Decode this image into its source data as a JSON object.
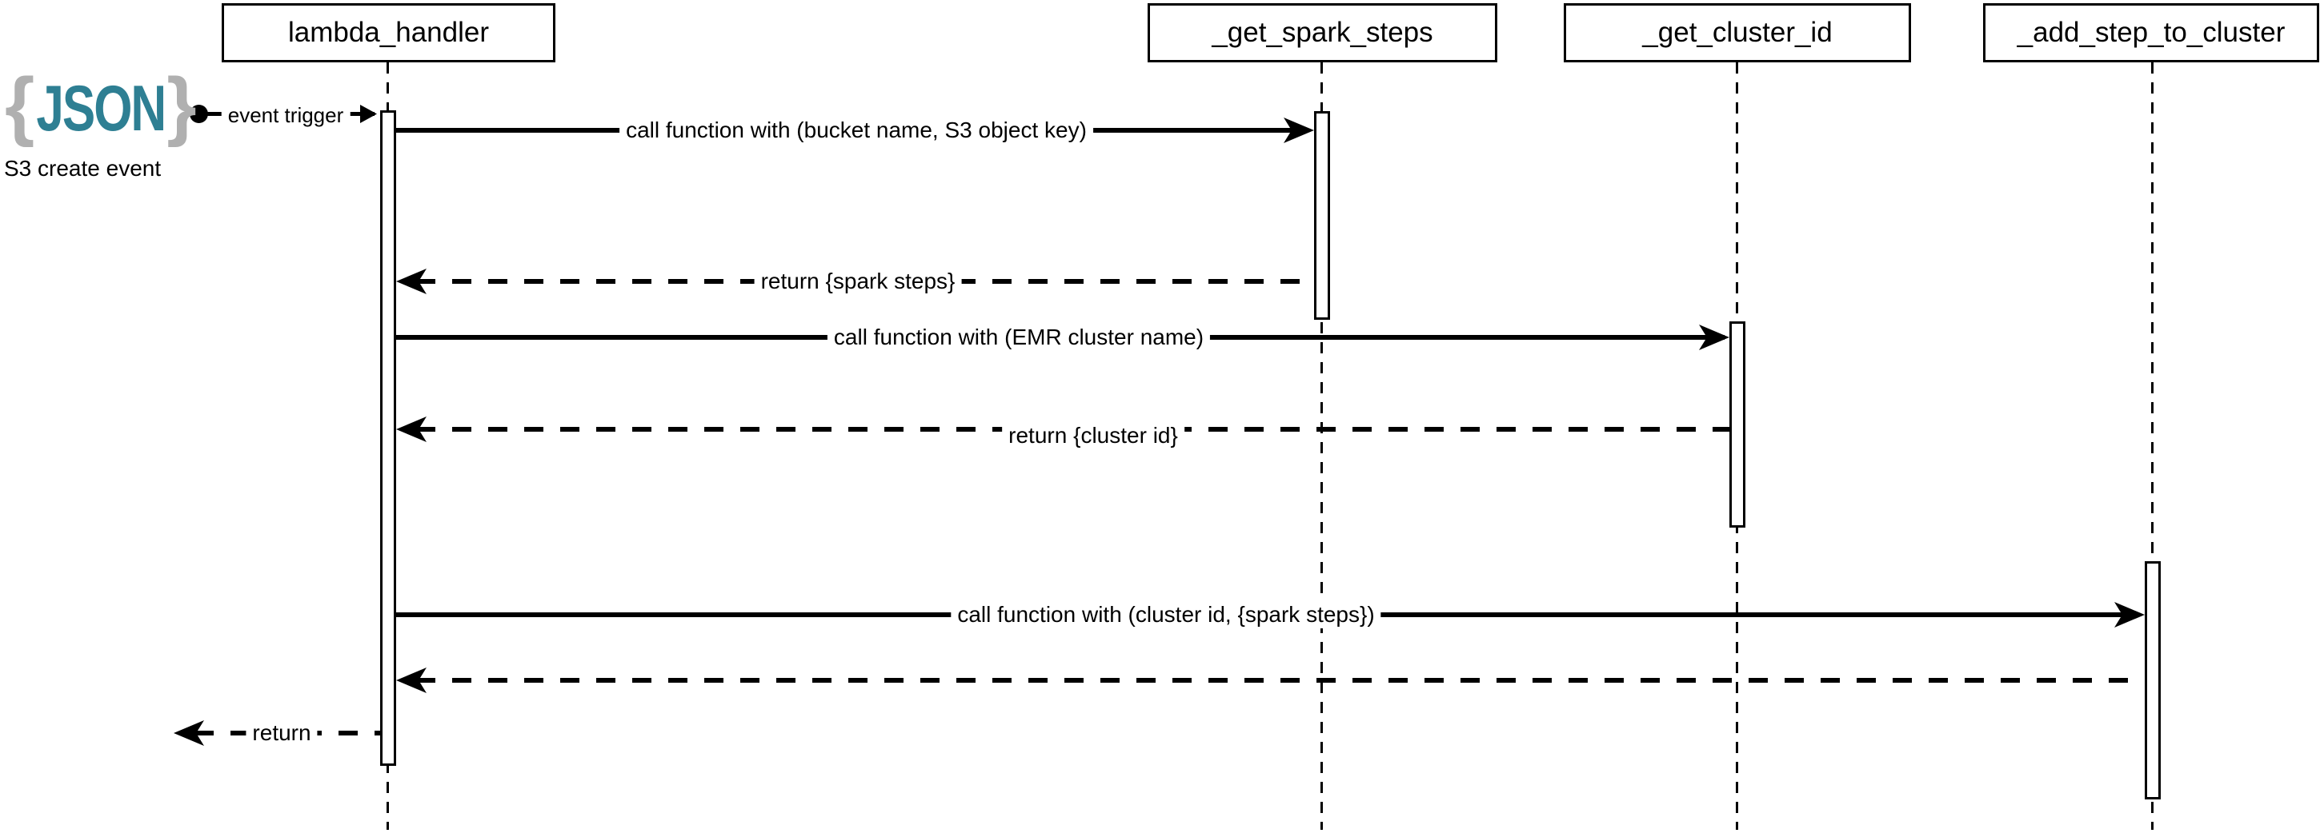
{
  "diagram": {
    "kind": "uml-sequence-diagram",
    "colors": {
      "line": "#000000",
      "background": "#ffffff",
      "json_teal": "#2e7f93",
      "json_gray": "#b0b0b0"
    },
    "actors": [
      {
        "id": "lambda_handler",
        "label": "lambda_handler"
      },
      {
        "id": "_get_spark_steps",
        "label": "_get_spark_steps"
      },
      {
        "id": "_get_cluster_id",
        "label": "_get_cluster_id"
      },
      {
        "id": "_add_step_to_cluster",
        "label": "_add_step_to_cluster"
      }
    ],
    "external_event": {
      "icon": "json-file-icon",
      "brace_left": "{",
      "logo_text": "JSON",
      "brace_right": "}",
      "caption": "S3 create event",
      "trigger_label": "event trigger"
    },
    "messages": [
      {
        "n": 1,
        "from": "lambda_handler",
        "to": "_get_spark_steps",
        "style": "solid",
        "label": "call function with (bucket name, S3 object key)"
      },
      {
        "n": 2,
        "from": "_get_spark_steps",
        "to": "lambda_handler",
        "style": "dashed",
        "label": "return {spark steps}"
      },
      {
        "n": 3,
        "from": "lambda_handler",
        "to": "_get_cluster_id",
        "style": "solid",
        "label": "call function with (EMR cluster name)"
      },
      {
        "n": 4,
        "from": "_get_cluster_id",
        "to": "lambda_handler",
        "style": "dashed",
        "label": "return {cluster id}"
      },
      {
        "n": 5,
        "from": "lambda_handler",
        "to": "_add_step_to_cluster",
        "style": "solid",
        "label": "call function with (cluster id, {spark steps})"
      },
      {
        "n": 6,
        "from": "_add_step_to_cluster",
        "to": "lambda_handler",
        "style": "dashed",
        "label": ""
      },
      {
        "n": 7,
        "from": "lambda_handler",
        "to": "caller",
        "style": "dashed",
        "label": "return"
      }
    ]
  }
}
